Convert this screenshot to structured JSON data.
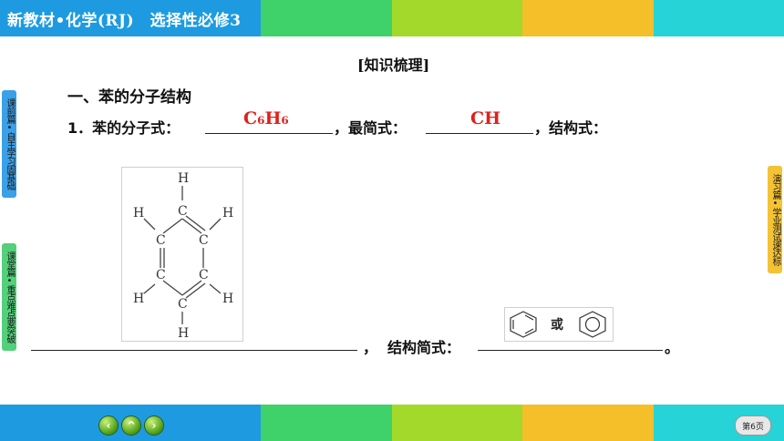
{
  "header": {
    "title": "新教材•化学(RJ)　选择性必修3",
    "bar_colors": [
      "#1e9be0",
      "#1e9be0",
      "#3fd16a",
      "#a3d92a",
      "#f5bf2a",
      "#26d3d6"
    ]
  },
  "side_tabs": {
    "left_top": "课前篇•自主学习固基础",
    "left_bottom": "课堂篇•重点难点要突破",
    "right": "演习篇•学业测试速达标"
  },
  "content": {
    "section_heading": "[知识梳理]",
    "subheading": "一、苯的分子结构",
    "line1": {
      "prefix": "1．苯的分子式：",
      "molecular_formula_answer": "C₆H₆",
      "simplest_label": "，最简式：",
      "simplest_formula_answer": "CH",
      "structural_label": "，结构式："
    },
    "line2": {
      "comma": "，",
      "simplified_label": "结构简式：",
      "end": "。",
      "or_label": "或"
    },
    "formula_atoms": {
      "H": "H",
      "C": "C"
    }
  },
  "footer": {
    "nav": {
      "prev_glyph": "‹",
      "home_glyph": "^",
      "next_glyph": "›"
    },
    "page_label": "第6页",
    "bar_colors": [
      "#1e9be0",
      "#1e9be0",
      "#3fd16a",
      "#a3d92a",
      "#f5bf2a",
      "#26d3d6"
    ]
  },
  "colors": {
    "answer": "#e0201b",
    "tab_left_top": "#3aa0e8",
    "tab_left_bottom": "#53d07a",
    "tab_right": "#f4c235"
  }
}
